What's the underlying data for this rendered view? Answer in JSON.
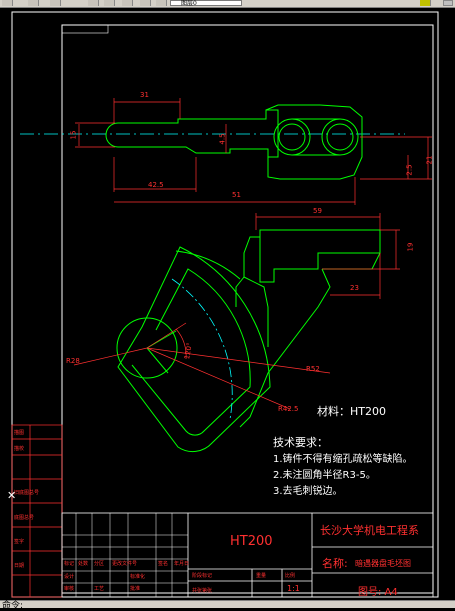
{
  "toolbar": {
    "layer_dropdown": "图层0",
    "icons": [
      "open-icon",
      "save-icon",
      "print-icon",
      "undo-icon",
      "redo-icon",
      "layer-state-icon",
      "bulb-icon",
      "sun-icon",
      "lock-icon",
      "color-square-icon",
      "close-icon"
    ]
  },
  "status": {
    "text": "命令: "
  },
  "colors": {
    "background": "#000000",
    "frame": "#ffffff",
    "geometry": "#00ff00",
    "dimension": "#ff2020",
    "centerline": "#00ffff",
    "text": "#ffffff"
  },
  "dimensions": {
    "d31": "31",
    "d15": "15",
    "d4_5": "4.5",
    "d42_5": "42.5",
    "d51": "51",
    "d2_5": "2.5",
    "d21": "21",
    "d59": "59",
    "d19": "19",
    "d23": "23",
    "r28": "R28",
    "d120": "120°",
    "r52": "R52",
    "r42_5": "R42.5"
  },
  "notes": {
    "material": "材料：HT200",
    "title": "技术要求：",
    "items": [
      "1.铸件不得有缩孔疏松等缺陷。",
      "2.未注圆角半径R3-5。",
      "3.去毛刺锐边。"
    ]
  },
  "titleblock": {
    "material_code": "HT200",
    "school": "长沙大学机电工程系",
    "name_label": "名称:",
    "part_name": "暗遇器盘毛坯图",
    "drawing_no_label": "图号: A4",
    "scale": "1:1",
    "small_labels": [
      "标记",
      "处数",
      "分区",
      "更改文件号",
      "签名",
      "年月日",
      "设计",
      "标准化",
      "阶段标记",
      "重量",
      "比例",
      "审核",
      "工艺",
      "批准",
      "共张第张"
    ],
    "left_strip_labels": [
      "描图",
      "描校",
      "旧底图总号",
      "底图总号",
      "签字",
      "日期"
    ]
  }
}
